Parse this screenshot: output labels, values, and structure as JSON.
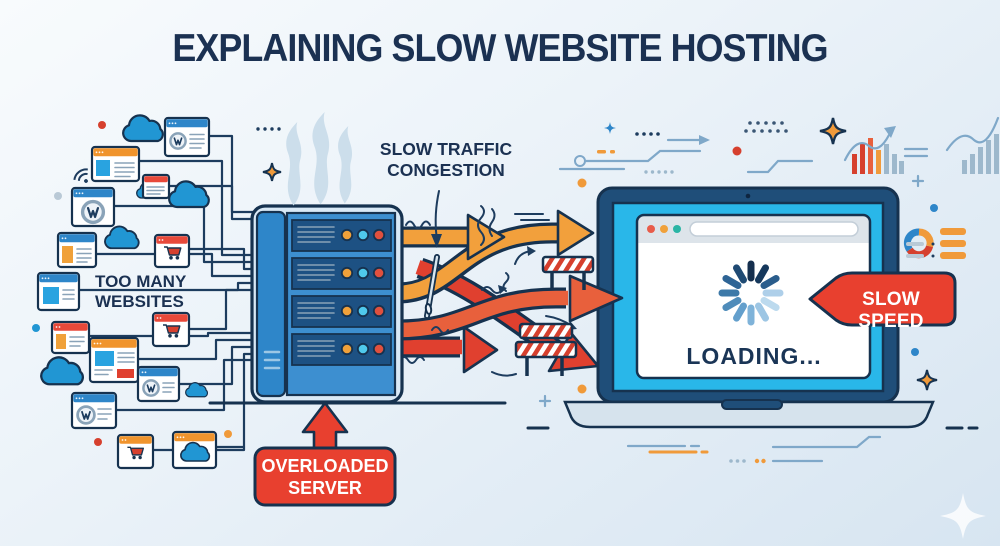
{
  "title": "EXPLAINING SLOW WEBSITE HOSTING",
  "diagram": {
    "too_many_websites": {
      "line1": "TOO MANY",
      "line2": "WEBSITES"
    },
    "slow_traffic": {
      "line1": "SLOW TRAFFIC",
      "line2": "CONGESTION"
    },
    "overloaded_server": {
      "line1": "OVERLOADED",
      "line2": "SERVER"
    },
    "laptop": {
      "loading": "LOADING...",
      "slow_speed": "SLOW SPEED",
      "spinner_colors": [
        "#152f4e",
        "#16385c",
        "#2a5d8c",
        "#aecfe9",
        "#bcdaee",
        "#9dc6e4",
        "#7fb3d9",
        "#639fcc",
        "#4f8cba",
        "#3d79a8",
        "#2e6495",
        "#1f4a73"
      ]
    }
  },
  "colors": {
    "navy_outline": "#16324f",
    "text_navy": "#1b3152",
    "blue": "#2e86c9",
    "cloud_blue": "#2196d3",
    "cyan_screen": "#29b7e9",
    "orange": "#f0942d",
    "amber": "#f0a13a",
    "red": "#e0402f",
    "badge_red": "#e8402f",
    "steel_decor": "#7fa8c9",
    "background_top": "#f8fbfd",
    "background_bottom": "#d7e5f1"
  },
  "icons": [
    "browser-window-icon",
    "wordpress-icon",
    "shopping-cart-icon",
    "cloud-icon",
    "wifi-icon",
    "server-rack-icon",
    "steam-icon",
    "overload-arrow-icon",
    "traffic-arrow-icon",
    "needle-icon",
    "traffic-barrier-icon",
    "laptop-icon",
    "loading-spinner-icon",
    "slow-speed-sign",
    "sparkle-icon",
    "bar-chart-icon",
    "donut-chart-icon",
    "trend-arrow-icon",
    "dots-grid-icon",
    "white-diamond-icon"
  ]
}
